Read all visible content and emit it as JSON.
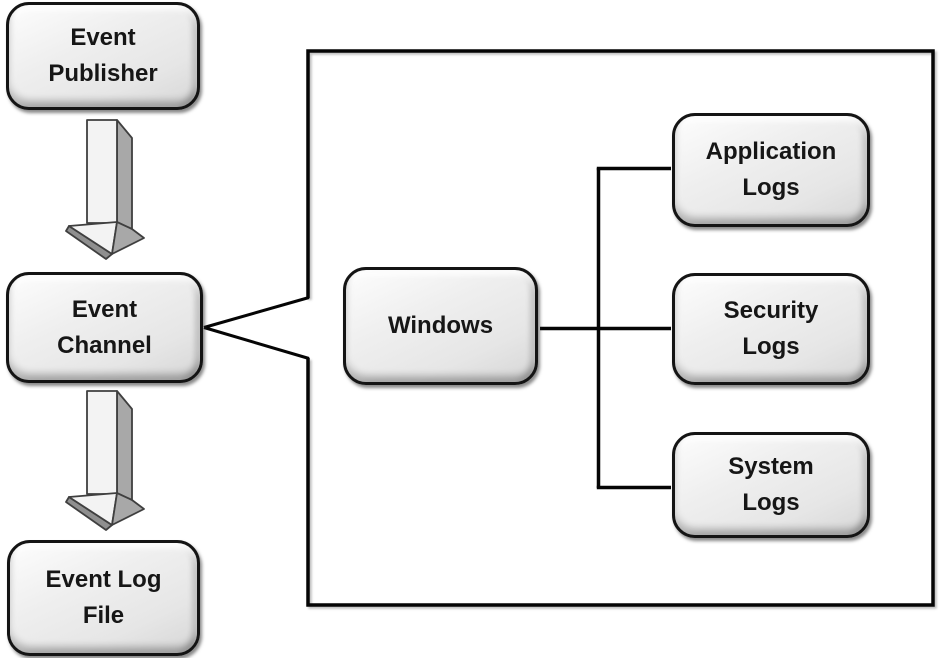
{
  "nodes": {
    "event_publisher": {
      "label": "Event\nPublisher"
    },
    "event_channel": {
      "label": "Event\nChannel"
    },
    "event_log_file": {
      "label": "Event Log\nFile"
    },
    "windows": {
      "label": "Windows"
    },
    "application_logs": {
      "label": "Application\nLogs"
    },
    "security_logs": {
      "label": "Security\nLogs"
    },
    "system_logs": {
      "label": "System\nLogs"
    }
  },
  "edges": [
    {
      "from": "Event Publisher",
      "to": "Event Channel",
      "style": "3d-block-arrow-down"
    },
    {
      "from": "Event Channel",
      "to": "Event Log File",
      "style": "3d-block-arrow-down"
    },
    {
      "from": "Event Channel",
      "to": "Windows group",
      "style": "fan-out-lines"
    },
    {
      "from": "Windows",
      "to": "Application Logs",
      "style": "elbow-line"
    },
    {
      "from": "Windows",
      "to": "Security Logs",
      "style": "straight-line"
    },
    {
      "from": "Windows",
      "to": "System Logs",
      "style": "elbow-line"
    }
  ],
  "colors": {
    "page_bg": "#ffffff",
    "box_fill": "#e6e6e6",
    "box_fill_light": "#fdfdfd",
    "box_border": "#141414",
    "text": "#161616",
    "line": "#050505",
    "arrow_fill": "#f3f3f3",
    "arrow_side": "#a8a8a8",
    "arrow_side_dark": "#8f8f8f",
    "arrow_outline": "#3f3f3f"
  }
}
